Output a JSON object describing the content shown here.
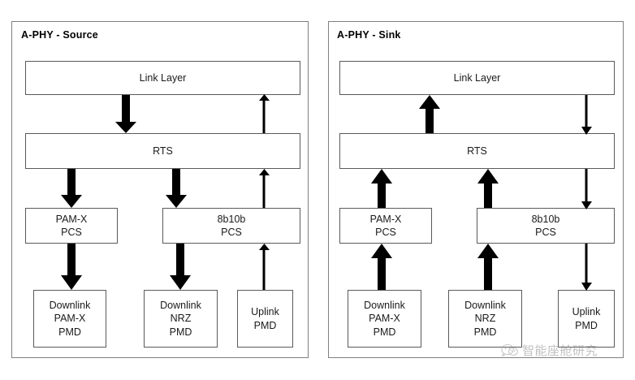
{
  "diagram": {
    "title_source": "A-PHY - Source",
    "title_sink": "A-PHY - Sink",
    "labels": {
      "link_layer": "Link Layer",
      "rts": "RTS",
      "pamx_pcs_l1": "PAM-X",
      "pamx_pcs_l2": "PCS",
      "b8b10b_pcs_l1": "8b10b",
      "b8b10b_pcs_l2": "PCS",
      "dl_pamx_pmd_l1": "Downlink",
      "dl_pamx_pmd_l2": "PAM-X",
      "dl_pamx_pmd_l3": "PMD",
      "dl_nrz_pmd_l1": "Downlink",
      "dl_nrz_pmd_l2": "NRZ",
      "dl_nrz_pmd_l3": "PMD",
      "uplink_pmd_l1": "Uplink",
      "uplink_pmd_l2": "PMD"
    },
    "colors": {
      "panel_border": "#7f7f7f",
      "box_border": "#5a5a5a",
      "arrow": "#000000",
      "text": "#1a1a1a",
      "background": "#ffffff"
    }
  },
  "watermark": {
    "text": "智能座舱研究",
    "logo": "wechat-logo"
  }
}
